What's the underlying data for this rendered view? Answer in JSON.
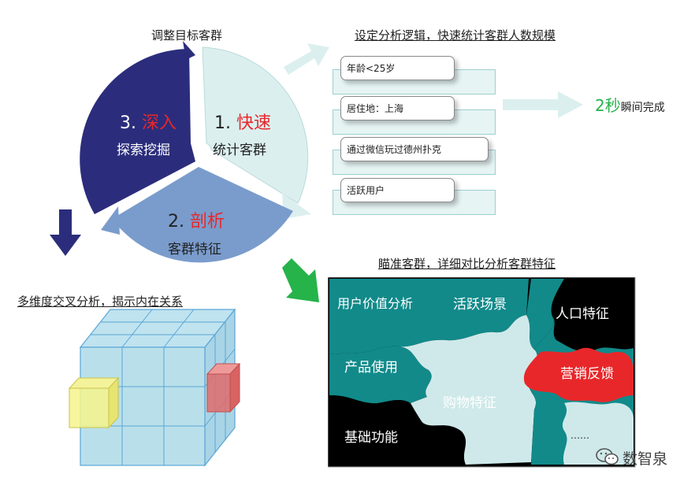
{
  "cycle": {
    "top_label": "调整目标客群",
    "step1": {
      "num": "1.",
      "keyword": "快速",
      "desc": "统计客群"
    },
    "step2": {
      "num": "2.",
      "keyword": "剖析",
      "desc": "客群特征"
    },
    "step3": {
      "num": "3.",
      "keyword": "深入",
      "desc": "探索挖掘"
    }
  },
  "logic": {
    "title": "设定分析逻辑，快速统计客群人数规模",
    "conditions": [
      "年龄<25岁",
      "居住地：上海",
      "通过微信玩过德州扑克",
      "活跃用户"
    ],
    "result_time": "2秒",
    "result_text": "瞬间完成"
  },
  "cube": {
    "title": "多维度交叉分析，揭示内在关系"
  },
  "puzzle": {
    "title": "瞄准客群，详细对比分析客群特征",
    "pieces": [
      "用户价值分析",
      "活跃场景",
      "人口特征",
      "产品使用",
      "营销反馈",
      "购物特征",
      "基础功能",
      "……"
    ]
  },
  "brand": {
    "name": "数智泉"
  },
  "colors": {
    "navy": "#2b2d7c",
    "light_teal": "#dcefef",
    "steel_blue": "#7a9ccc",
    "red": "#e8272a",
    "green": "#26b34a",
    "teal": "#128a8a"
  }
}
